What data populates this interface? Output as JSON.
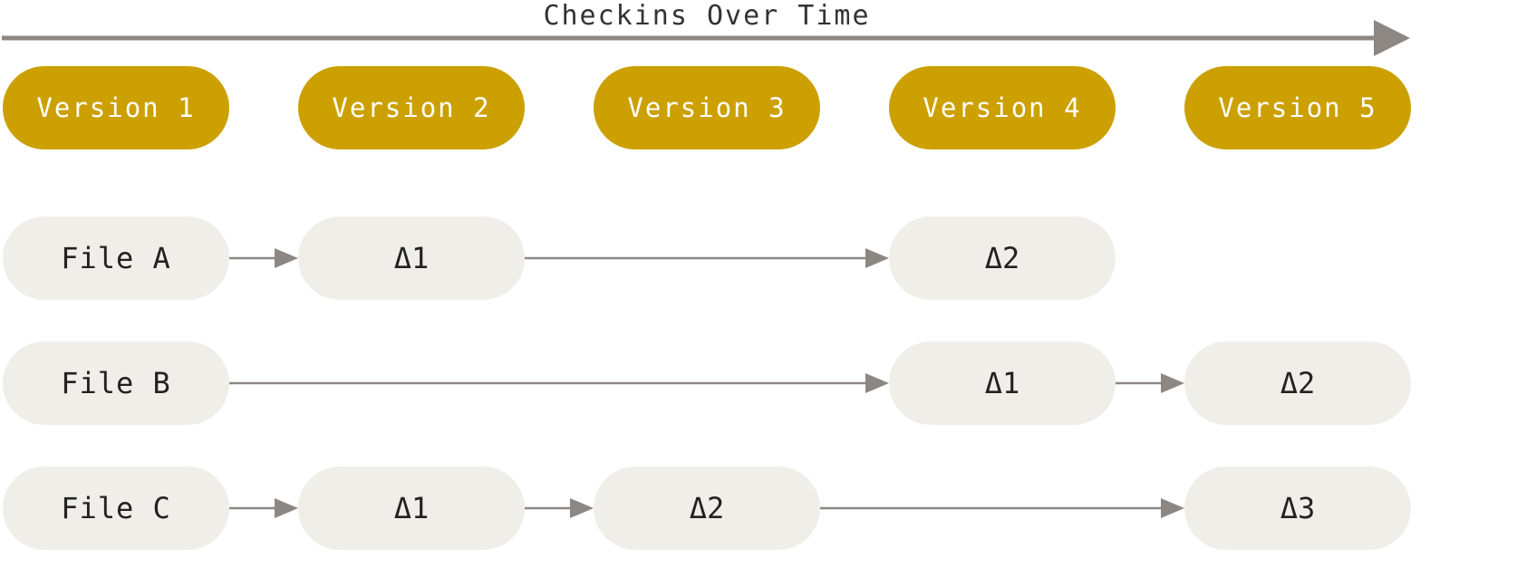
{
  "timeline": {
    "label": "Checkins Over Time"
  },
  "versions": [
    "Version 1",
    "Version 2",
    "Version 3",
    "Version 4",
    "Version 5"
  ],
  "files": [
    {
      "label": "File A",
      "cells": [
        {
          "version": 2,
          "label": "Δ1"
        },
        {
          "version": 4,
          "label": "Δ2"
        }
      ]
    },
    {
      "label": "File B",
      "cells": [
        {
          "version": 4,
          "label": "Δ1"
        },
        {
          "version": 5,
          "label": "Δ2"
        }
      ]
    },
    {
      "label": "File C",
      "cells": [
        {
          "version": 2,
          "label": "Δ1"
        },
        {
          "version": 3,
          "label": "Δ2"
        },
        {
          "version": 5,
          "label": "Δ3"
        }
      ]
    }
  ],
  "colors": {
    "version_fill": "#cca000",
    "version_text": "#ffffff",
    "cell_fill": "#efeee8",
    "arrow": "#8c8782",
    "text": "#222222"
  }
}
